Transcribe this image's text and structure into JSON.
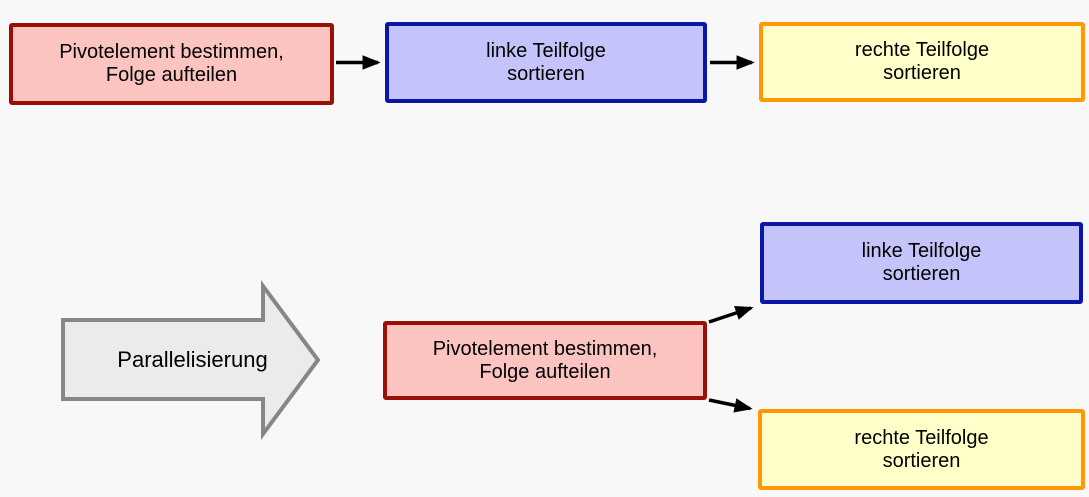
{
  "diagram": {
    "background": "#f8f8f8",
    "sequential": {
      "pivot": {
        "line1": "Pivotelement bestimmen,",
        "line2": "Folge aufteilen"
      },
      "left": {
        "line1": "linke Teilfolge",
        "line2": "sortieren"
      },
      "right": {
        "line1": "rechte Teilfolge",
        "line2": "sortieren"
      }
    },
    "parallel": {
      "pivot": {
        "line1": "Pivotelement bestimmen,",
        "line2": "Folge aufteilen"
      },
      "left": {
        "line1": "linke Teilfolge",
        "line2": "sortieren"
      },
      "right": {
        "line1": "rechte Teilfolge",
        "line2": "sortieren"
      }
    },
    "transform": {
      "label": "Parallelisierung"
    },
    "colors": {
      "pivot_fill": "#fbc4c1",
      "pivot_border": "#9a1006",
      "left_fill": "#c5c4fa",
      "left_border": "#0a17a4",
      "right_fill": "#ffffc9",
      "right_border": "#ff9808",
      "big_arrow_fill": "#ebebeb",
      "big_arrow_border": "#878787",
      "connector": "#000000"
    }
  }
}
